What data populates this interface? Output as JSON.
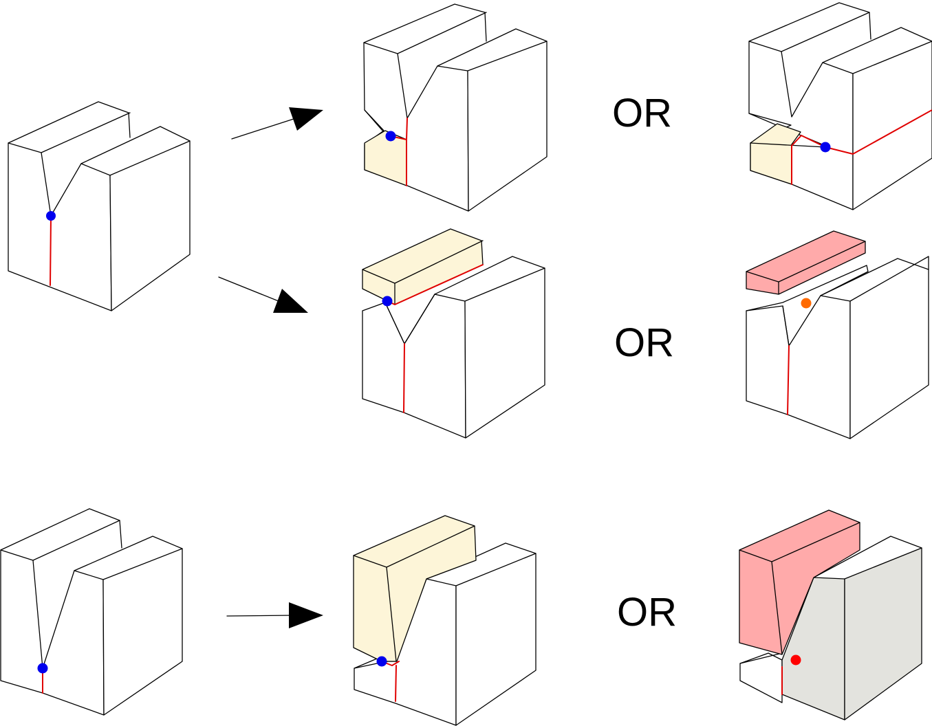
{
  "colors": {
    "background": "#ffffff",
    "line": "#000000",
    "crack": "#e00000",
    "blue_point": "#0000ee",
    "orange_point": "#ff6a00",
    "red_point": "#ff0000",
    "cream_fill": "#fdf5d8",
    "pink_fill": "#ffaaaa",
    "gray_fill": "#e3e3de"
  },
  "labels": {
    "or_row1": "OR",
    "or_row2": "OR",
    "or_row3": "OR"
  },
  "icons": [
    "arrow-right-icon",
    "blue-dot-marker",
    "orange-dot-marker",
    "red-dot-marker"
  ]
}
